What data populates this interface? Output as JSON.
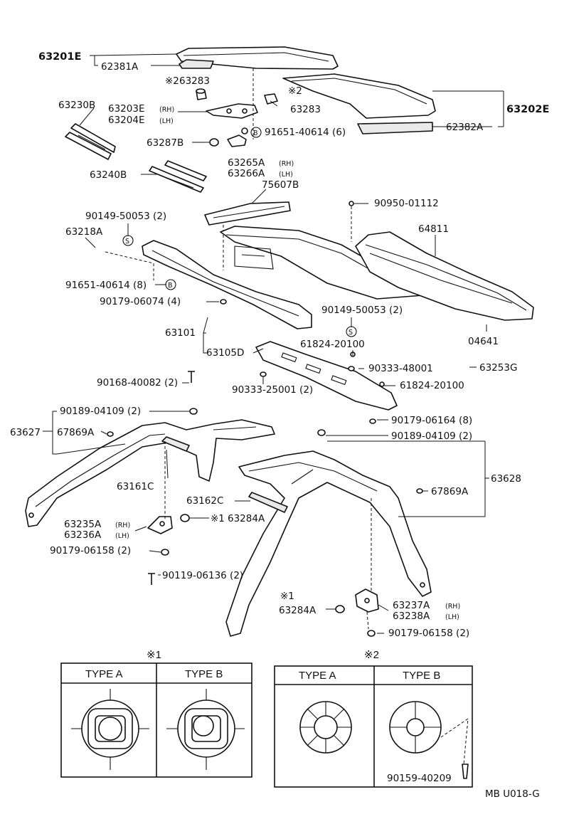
{
  "diagram_code": "MB U018-G",
  "top_assembly": {
    "roof_lh_assy": "63201E",
    "roof_rh_assy": "63202E",
    "weatherstrip_lh": "62381A",
    "weatherstrip_rh": "62382A",
    "ref2_a": "※2",
    "ref2_b": "※2",
    "pin_left": "63283",
    "pin_right": "63283",
    "hinge_rh": "63203E",
    "hinge_lh": "63204E",
    "rh": "(RH)",
    "lh": "(LH)",
    "bracket_upper": "63230B",
    "bracket_lower": "63240B",
    "cushion": "63287B",
    "bolt_b": "91651-40614 (6)",
    "b_mark": "B",
    "striker_rh": "63265A",
    "striker_lh": "63266A",
    "striker_rh_tag": "(RH)",
    "striker_lh_tag": "(LH)"
  },
  "mid_assembly": {
    "stop_lamp": "75607B",
    "clip_top": "90950-01112",
    "screw_s1": "90149-50053 (2)",
    "s_mark": "S",
    "hose_left": "63218A",
    "panel_right": "64811",
    "bolt_b2": "91651-40614 (8)",
    "b_mark2": "B",
    "clip_nut": "90179-06074 (4)",
    "screw_s2": "90149-50053 (2)",
    "s_mark2": "S",
    "reinforcement": "63101",
    "rail": "63105D",
    "grommet_a": "61824-20100",
    "seal_right": "04641",
    "plug_a": "90333-48001",
    "hose_right": "63253G",
    "screw_b": "90168-40082 (2)",
    "plug_b": "90333-25001 (2)",
    "grommet_b": "61824-20100",
    "nut_a": "90189-04109 (2)",
    "nut_b": "90179-06164 (8)"
  },
  "lower_assembly": {
    "frame_lh": "63627",
    "cushion_lh": "67869A",
    "nut_c": "90189-04109 (2)",
    "frame_rh": "63628",
    "pad_lh": "63161C",
    "pad_rh": "63162C",
    "cushion_rh": "67869A",
    "lock_rh_l": "63235A",
    "lock_lh_l": "63236A",
    "lock_rh_tag": "(RH)",
    "lock_lh_tag": "(LH)",
    "ref1_a": "※1",
    "knob_a": "63284A",
    "nut_d": "90179-06158 (2)",
    "bolt_c": "90119-06136 (2)",
    "ref1_b": "※1",
    "knob_b": "63284A",
    "lock_rh_r": "63237A",
    "lock_lh_r": "63238A",
    "lock_rh_tag2": "(RH)",
    "lock_lh_tag2": "(LH)",
    "nut_e": "90179-06158 (2)"
  },
  "detail_1": {
    "ref": "※1",
    "col_a": "TYPE A",
    "col_b": "TYPE B"
  },
  "detail_2": {
    "ref": "※2",
    "col_a": "TYPE A",
    "col_b": "TYPE B",
    "screw": "90159-40209"
  }
}
